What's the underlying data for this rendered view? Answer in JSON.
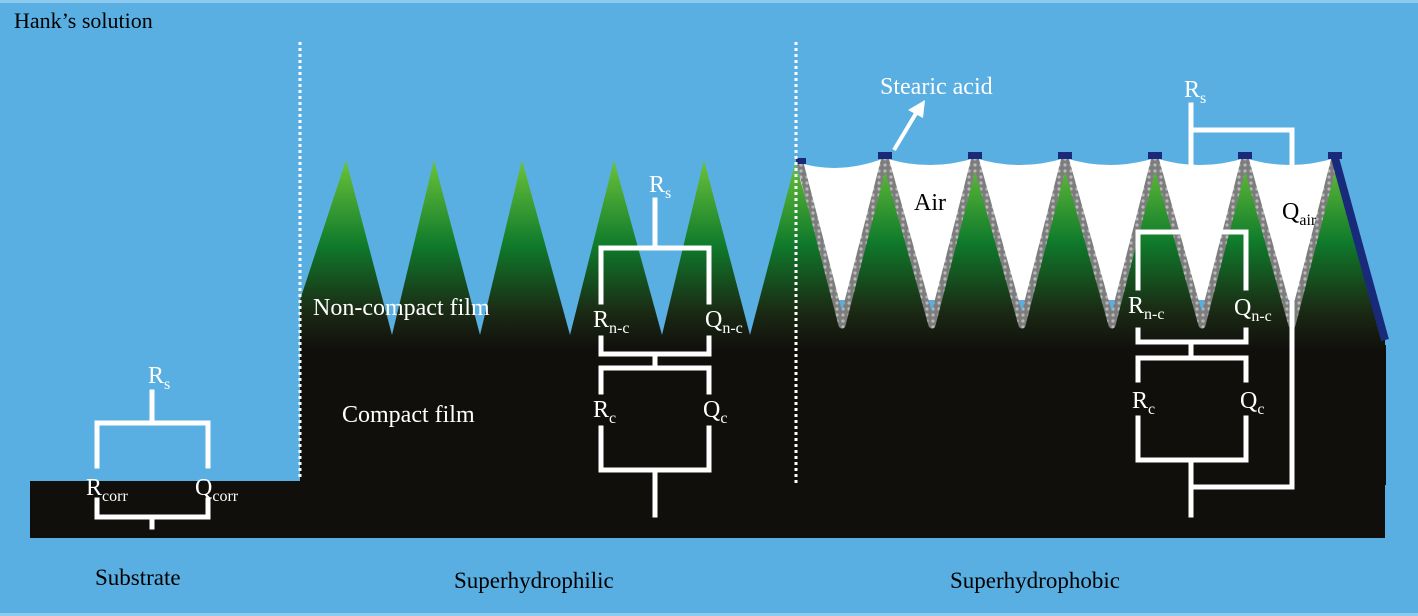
{
  "colors": {
    "solution_blue": "#5aafe2",
    "film_black": "#100f0c",
    "film_green_top": "#5dbb2c",
    "film_green_mid": "#0f7a2b",
    "circuit_white": "#ffffff",
    "air_white": "#ffffff",
    "stearic_blue": "#1a2a7a",
    "stearic_gray": "#8c8c8c"
  },
  "title": "Hank’s solution",
  "sections": [
    {
      "id": "substrate",
      "label": "Substrate"
    },
    {
      "id": "superhydrophilic",
      "label": "Superhydrophilic"
    },
    {
      "id": "superhydrophobic",
      "label": "Superhydrophobic"
    }
  ],
  "layer_labels": {
    "non_compact": "Non-compact film",
    "compact": "Compact film",
    "air": "Air",
    "stearic_acid": "Stearic acid"
  },
  "circuits": {
    "substrate": {
      "rs": {
        "main": "R",
        "sub": "s"
      },
      "r_corr": {
        "main": "R",
        "sub": "corr"
      },
      "q_corr": {
        "main": "Q",
        "sub": "corr"
      }
    },
    "superhydrophilic": {
      "rs": {
        "main": "R",
        "sub": "s"
      },
      "r_nc": {
        "main": "R",
        "sub": "n-c"
      },
      "q_nc": {
        "main": "Q",
        "sub": "n-c"
      },
      "r_c": {
        "main": "R",
        "sub": "c"
      },
      "q_c": {
        "main": "Q",
        "sub": "c"
      }
    },
    "superhydrophobic": {
      "rs": {
        "main": "R",
        "sub": "s"
      },
      "q_air": {
        "main": "Q",
        "sub": "air"
      },
      "r_nc": {
        "main": "R",
        "sub": "n-c"
      },
      "q_nc": {
        "main": "Q",
        "sub": "n-c"
      },
      "r_c": {
        "main": "R",
        "sub": "c"
      },
      "q_c": {
        "main": "Q",
        "sub": "c"
      }
    }
  }
}
